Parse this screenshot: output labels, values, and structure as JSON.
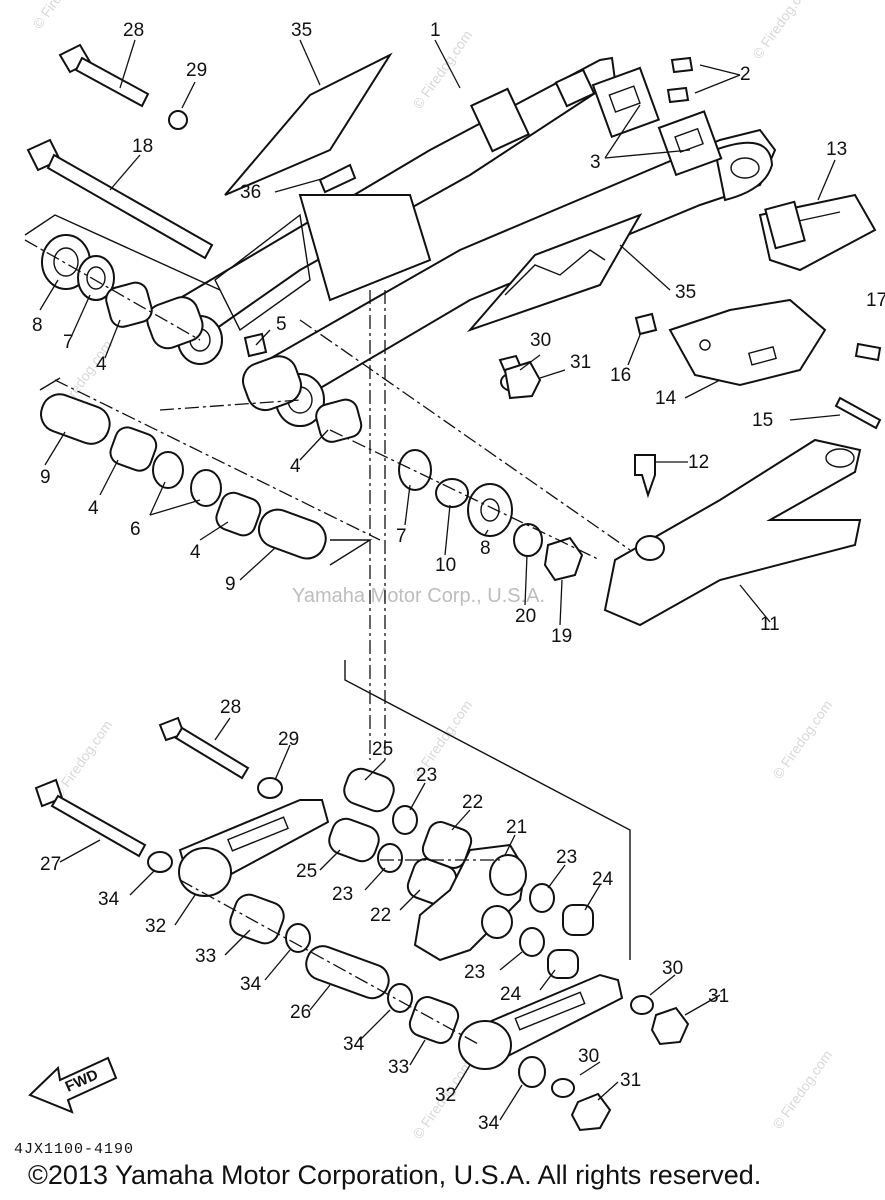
{
  "diagram": {
    "code": "4JX1100-4190",
    "copyright": "©2013 Yamaha Motor Corporation, U.S.A. All rights reserved.",
    "watermark_center": "Yamaha Motor Corp., U.S.A.",
    "watermark_site": "© Firedog.com",
    "fwd_label": "FWD",
    "labels": {
      "l1": "1",
      "l2": "2",
      "l3": "3",
      "l4a": "4",
      "l4b": "4",
      "l4c": "4",
      "l4d": "4",
      "l5": "5",
      "l6": "6",
      "l7a": "7",
      "l7b": "7",
      "l8a": "8",
      "l8b": "8",
      "l9a": "9",
      "l9b": "9",
      "l10": "10",
      "l11": "11",
      "l12": "12",
      "l13": "13",
      "l14": "14",
      "l15": "15",
      "l16": "16",
      "l17": "17",
      "l18": "18",
      "l19": "19",
      "l20": "20",
      "l21": "21",
      "l22a": "22",
      "l22b": "22",
      "l23a": "23",
      "l23b": "23",
      "l23c": "23",
      "l23d": "23",
      "l24a": "24",
      "l24b": "24",
      "l25a": "25",
      "l25b": "25",
      "l26": "26",
      "l27": "27",
      "l28a": "28",
      "l28b": "28",
      "l29a": "29",
      "l29b": "29",
      "l30a": "30",
      "l30b": "30",
      "l30c": "30",
      "l31a": "31",
      "l31b": "31",
      "l31c": "31",
      "l32a": "32",
      "l32b": "32",
      "l33a": "33",
      "l33b": "33",
      "l34a": "34",
      "l34b": "34",
      "l34c": "34",
      "l34d": "34",
      "l35a": "35",
      "l35b": "35",
      "l36": "36"
    }
  }
}
